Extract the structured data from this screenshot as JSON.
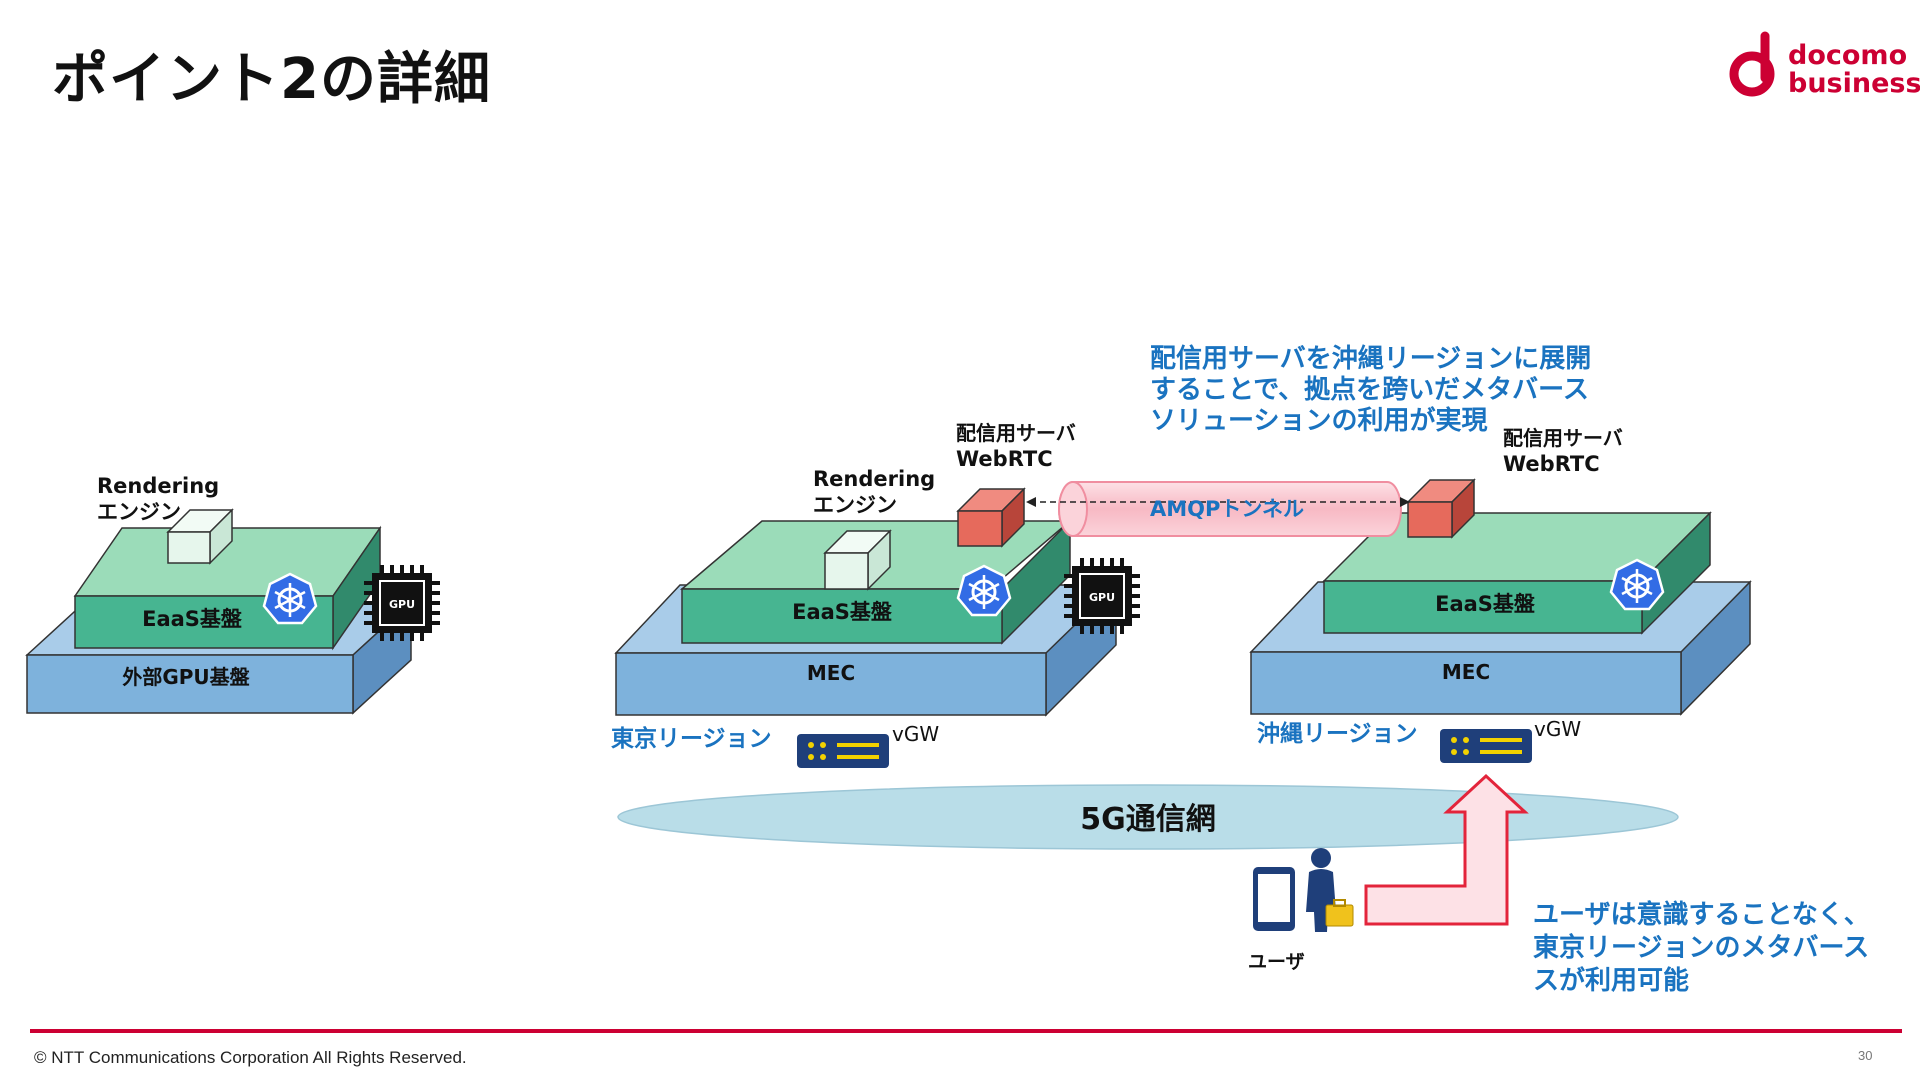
{
  "header": {
    "title": "ポイント2の詳細"
  },
  "logo": {
    "line1": "docomo",
    "line2": "business"
  },
  "left_stack": {
    "rendering_line1": "Rendering",
    "rendering_line2": "エンジン",
    "eaas_label": "EaaS基盤",
    "base_label": "外部GPU基盤",
    "gpu_chip_label": "GPU"
  },
  "tokyo_stack": {
    "rendering_line1": "Rendering",
    "rendering_line2": "エンジン",
    "server_line1": "配信用サーバ",
    "server_line2": "WebRTC",
    "eaas_label": "EaaS基盤",
    "base_label": "MEC",
    "gpu_chip_label": "GPU",
    "region_label": "東京リージョン",
    "vgw_label": "vGW"
  },
  "okinawa_stack": {
    "server_line1": "配信用サーバ",
    "server_line2": "WebRTC",
    "eaas_label": "EaaS基盤",
    "base_label": "MEC",
    "region_label": "沖縄リージョン",
    "vgw_label": "vGW"
  },
  "tunnel": {
    "label": "AMQPトンネル"
  },
  "network": {
    "label": "5G通信網"
  },
  "user": {
    "label": "ユーザ"
  },
  "callouts": {
    "top": [
      "配信用サーバを沖縄リージョンに展開",
      "することで、拠点を跨いだメタバース",
      "ソリューションの利用が実現"
    ],
    "bottom": [
      "ユーザは意識することなく、",
      "東京リージョンのメタバース",
      "スが利用可能"
    ]
  },
  "colors": {
    "accent_red": "#cc0033",
    "callout_blue": "#1a73c0",
    "eaas_green": "#47b591",
    "base_blue": "#7eb2dc",
    "server_red": "#e66a5c",
    "k8s_blue": "#326ce5"
  },
  "footer": {
    "copyright": "© NTT Communications Corporation All Rights Reserved.",
    "page": "30"
  }
}
